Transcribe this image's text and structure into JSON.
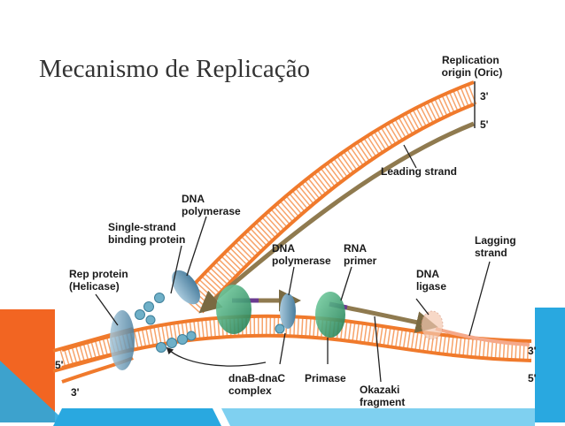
{
  "slide": {
    "title": "Mecanismo de Replicação"
  },
  "colors": {
    "strand": "#f07a2c",
    "strand_light": "#f9b27a",
    "new_strand": "#9a8457",
    "primer": "#6a3b8f",
    "polymerase": "#2f9a6a",
    "helicase": "#5f8fb0",
    "ssb": "#6fb0c8",
    "corner_orange": "#f26522",
    "corner_blue": "#29a8e0"
  },
  "labels": {
    "replication_origin": [
      "Replication",
      "origin (Oric)"
    ],
    "leading_strand": "Leading strand",
    "dna_polymerase_top": [
      "DNA",
      "polymerase"
    ],
    "ssb": [
      "Single-strand",
      "binding protein"
    ],
    "dna_polymerase_mid": [
      "DNA",
      "polymerase"
    ],
    "rna_primer": [
      "RNA",
      "primer"
    ],
    "lagging_strand": [
      "Lagging",
      "strand"
    ],
    "dna_ligase": [
      "DNA",
      "ligase"
    ],
    "rep_protein": [
      "Rep protein",
      "(Helicase)"
    ],
    "dnab_dnac": [
      "dnaB-dnaC",
      "complex"
    ],
    "primase": "Primase",
    "okazaki": [
      "Okazaki",
      "fragment"
    ]
  },
  "ends": {
    "top_right_1": "3'",
    "top_right_2": "5'",
    "right_1": "3'",
    "right_2": "5'",
    "left_1": "5'",
    "left_2": "3'"
  }
}
